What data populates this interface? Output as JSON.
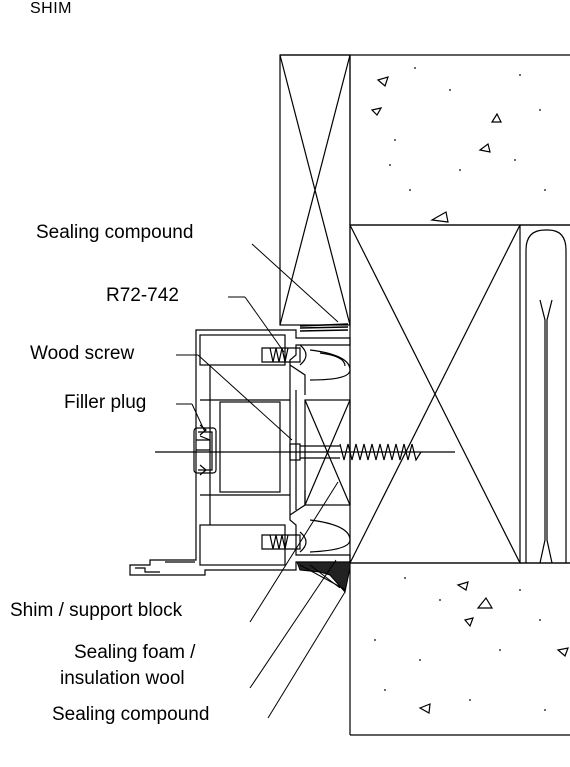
{
  "title": "SHIM",
  "labels": {
    "sealing_compound_top": "Sealing compound",
    "r72_742": "R72-742",
    "wood_screw": "Wood screw",
    "filler_plug": "Filler plug",
    "shim_support_block": "Shim / support block",
    "sealing_foam_line1": "Sealing foam /",
    "sealing_foam_line2": "insulation wool",
    "sealing_compound_bottom": "Sealing compound"
  }
}
